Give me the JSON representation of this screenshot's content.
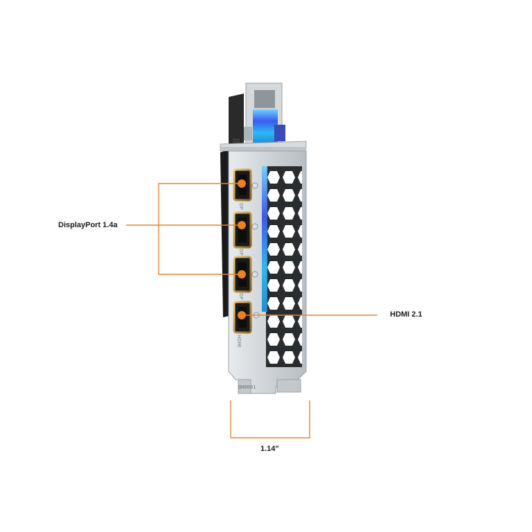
{
  "labels": {
    "displayport": "DisplayPort 1.4a",
    "hdmi": "HDMI 2.1",
    "bracket_width": "1.14\""
  },
  "bracket_text": {
    "port_marks": [
      "DP",
      "DP",
      "DP"
    ],
    "hdmi_mark": "HDMI",
    "part_code": "QH0001"
  },
  "colors": {
    "callout": "#e8832a",
    "port_gold": "#b08a3a",
    "bracket_steel": "#c9cdd1",
    "rgb_glow": "#3f6df0",
    "label_text": "#1a1a1a"
  },
  "ports": [
    {
      "type": "displayport"
    },
    {
      "type": "displayport"
    },
    {
      "type": "displayport"
    },
    {
      "type": "hdmi"
    }
  ]
}
